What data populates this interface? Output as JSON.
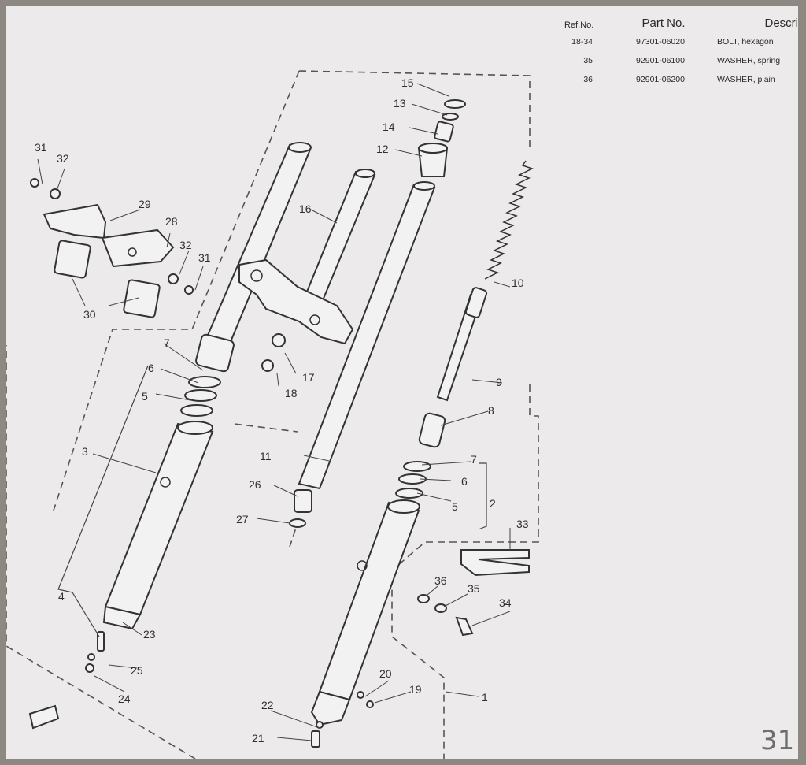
{
  "parts_table": {
    "headers": {
      "ref": "Ref.No.",
      "part": "Part No.",
      "desc": "Descri"
    },
    "rows": [
      {
        "ref": "18-34",
        "part": "97301-06020",
        "desc": "BOLT, hexagon"
      },
      {
        "ref": "35",
        "part": "92901-06100",
        "desc": "WASHER, spring"
      },
      {
        "ref": "36",
        "part": "92901-06200",
        "desc": "WASHER, plain"
      }
    ]
  },
  "callouts": {
    "c1": "1",
    "c2": "2",
    "c3": "3",
    "c4": "4",
    "c5a": "5",
    "c5b": "5",
    "c6a": "6",
    "c6b": "6",
    "c7a": "7",
    "c7b": "7",
    "c8": "8",
    "c9": "9",
    "c10": "10",
    "c11": "11",
    "c12": "12",
    "c13": "13",
    "c14": "14",
    "c15": "15",
    "c16": "16",
    "c17": "17",
    "c18": "18",
    "c19": "19",
    "c20": "20",
    "c21": "21",
    "c22": "22",
    "c23": "23",
    "c24": "24",
    "c25": "25",
    "c26": "26",
    "c27": "27",
    "c28": "28",
    "c29": "29",
    "c30": "30",
    "c31a": "31",
    "c31b": "31",
    "c32a": "32",
    "c32b": "32",
    "c33": "33",
    "c34": "34",
    "c35": "35",
    "c36": "36"
  },
  "page_number": "31"
}
